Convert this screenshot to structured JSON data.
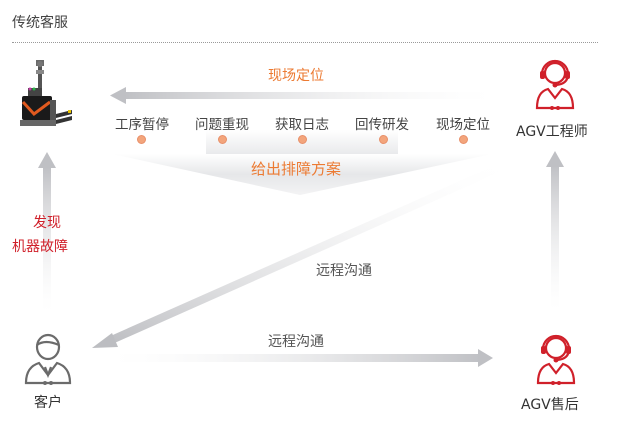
{
  "header": {
    "title": "传统客服"
  },
  "nodes": {
    "agv_robot": {
      "icon": "agv-forklift-icon"
    },
    "engineer": {
      "label": "AGV工程师",
      "icon": "headset-agent-icon"
    },
    "customer": {
      "label": "客户",
      "icon": "customer-person-icon"
    },
    "after_sales": {
      "label": "AGV售后",
      "icon": "headset-agent-icon"
    }
  },
  "flows": {
    "top_arrow_label": "现场定位",
    "steps": [
      "工序暂停",
      "问题重现",
      "获取日志",
      "回传研发",
      "现场定位"
    ],
    "solution_label": "给出排障方案",
    "left_arrow_label_line1": "发现",
    "left_arrow_label_line2": "机器故障",
    "diagonal_label": "远程沟通",
    "bottom_label": "远程沟通"
  },
  "colors": {
    "accent_orange": "#ec7a32",
    "accent_red": "#d0202a",
    "arrow_gray": "#bdbec2",
    "dot": "#f3a57c"
  }
}
